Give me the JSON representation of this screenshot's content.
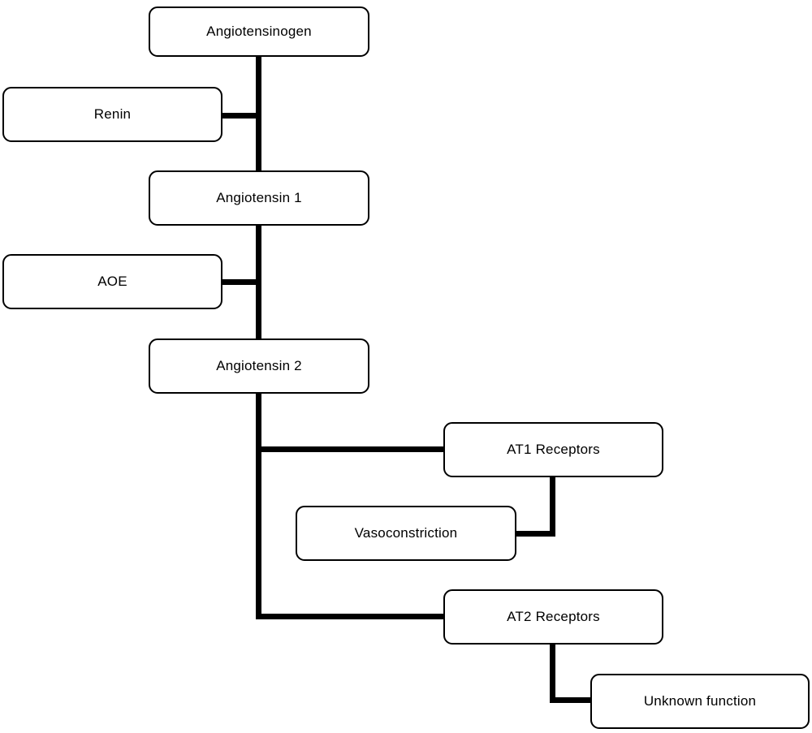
{
  "diagram": {
    "type": "flowchart",
    "topic": "Renin-angiotensin pathway",
    "colors": {
      "background": "#ffffff",
      "box_fill": "#ffffff",
      "box_border": "#000000",
      "connector": "#000000",
      "text": "#000000"
    },
    "nodes": [
      {
        "id": "angiotensinogen",
        "label": "Angiotensinogen"
      },
      {
        "id": "renin",
        "label": "Renin"
      },
      {
        "id": "angiotensin-1",
        "label": "Angiotensin 1"
      },
      {
        "id": "aoe",
        "label": "AOE"
      },
      {
        "id": "angiotensin-2",
        "label": "Angiotensin 2"
      },
      {
        "id": "at1-receptors",
        "label": "AT1 Receptors"
      },
      {
        "id": "vasoconstriction",
        "label": "Vasoconstriction"
      },
      {
        "id": "at2-receptors",
        "label": "AT2 Receptors"
      },
      {
        "id": "unknown-function",
        "label": "Unknown function"
      }
    ],
    "edges": [
      {
        "from": "angiotensinogen",
        "to": "angiotensin-1",
        "via": "renin"
      },
      {
        "from": "angiotensin-1",
        "to": "angiotensin-2",
        "via": "aoe"
      },
      {
        "from": "angiotensin-2",
        "to": "at1-receptors"
      },
      {
        "from": "angiotensin-2",
        "to": "at2-receptors"
      },
      {
        "from": "at1-receptors",
        "to": "vasoconstriction"
      },
      {
        "from": "at2-receptors",
        "to": "unknown-function"
      }
    ]
  }
}
